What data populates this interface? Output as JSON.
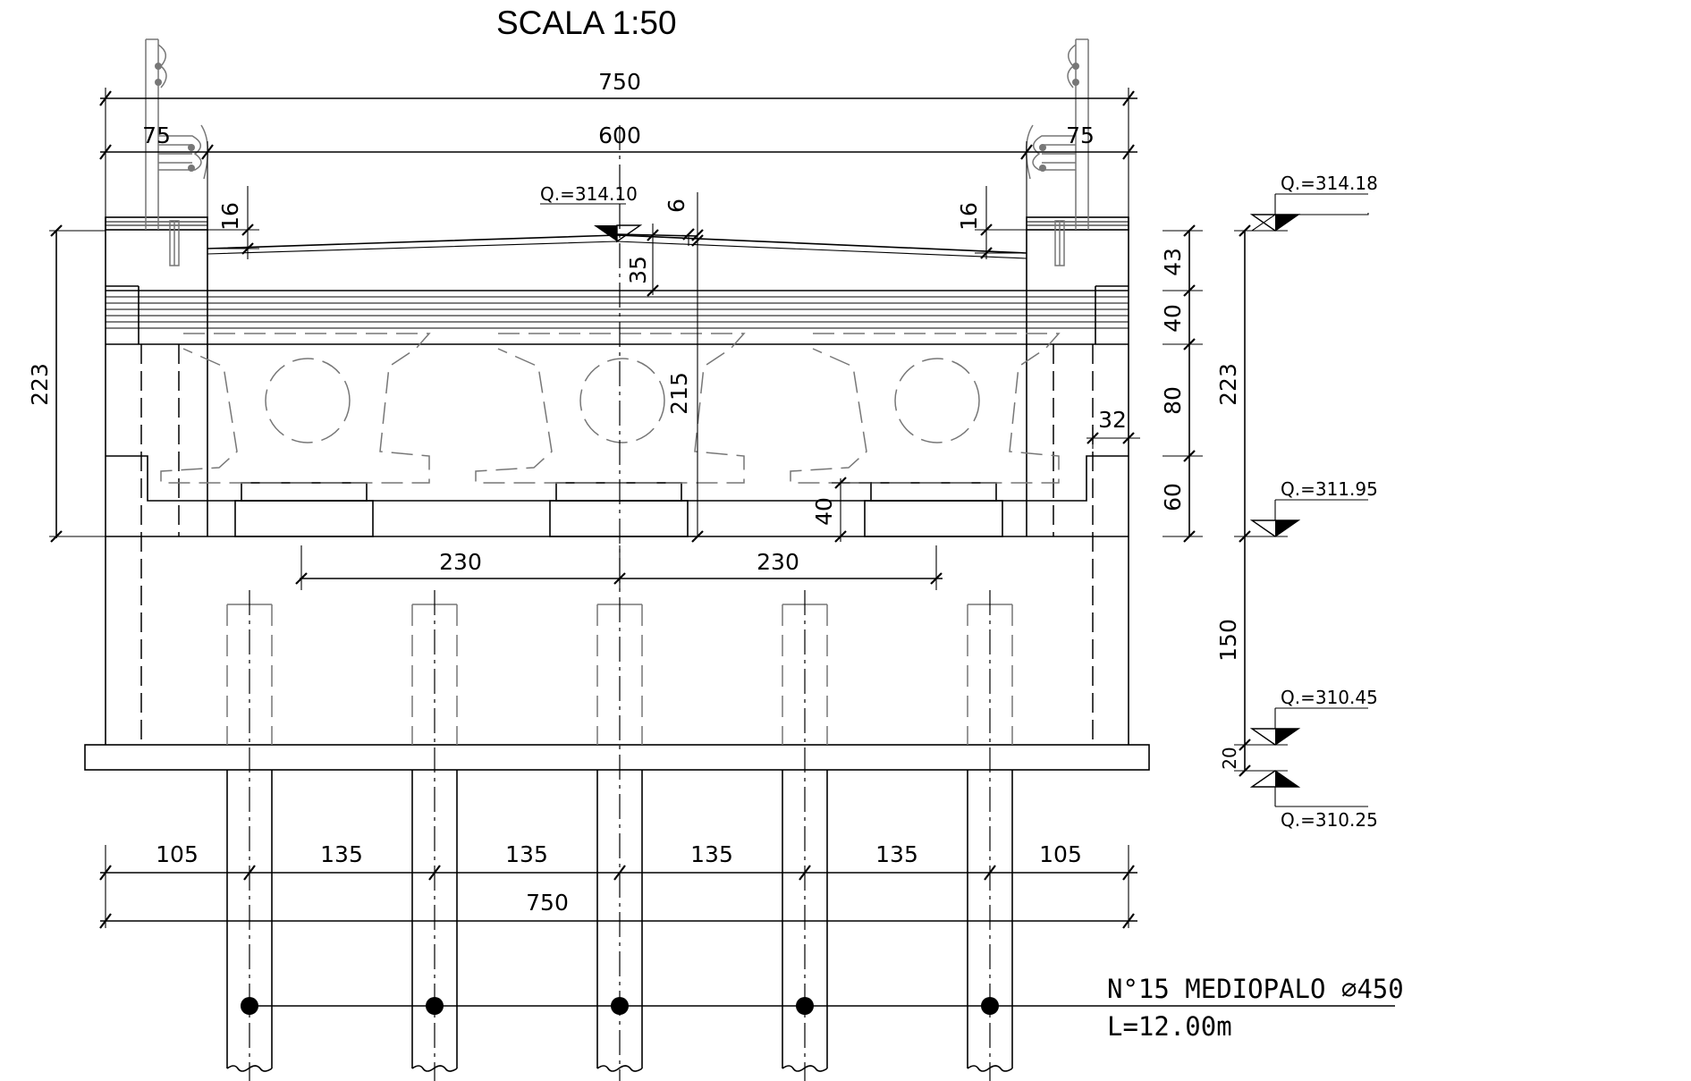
{
  "title": "SCALA 1:50",
  "dimensions": {
    "top_total": "750",
    "top_inner": "600",
    "top_left_curb": "75",
    "top_right_curb": "75",
    "left_slope": "16",
    "right_slope": "16",
    "crown_offset": "6",
    "crown_drop": "35",
    "center_height": "215",
    "left_total_height": "223",
    "right_total_height": "223",
    "layer_paving": "43",
    "layer_slab": "40",
    "layer_beam": "80",
    "layer_base": "60",
    "side_offset": "32",
    "bearing_height": "40",
    "beam_spacing_left": "230",
    "beam_spacing_right": "230",
    "cap_height": "150",
    "footing_height": "20",
    "pile_spacing": [
      "105",
      "135",
      "135",
      "135",
      "135",
      "105"
    ],
    "bottom_total": "750"
  },
  "levels": {
    "deck_center": "Q.=314.10",
    "top": "Q.=314.18",
    "beam_seat": "Q.=311.95",
    "cap_bottom": "Q.=310.45",
    "footing_bottom": "Q.=310.25"
  },
  "pile_note": {
    "line1": "N°15 MEDIOPALO ∅450",
    "line2": "L=12.00m"
  }
}
